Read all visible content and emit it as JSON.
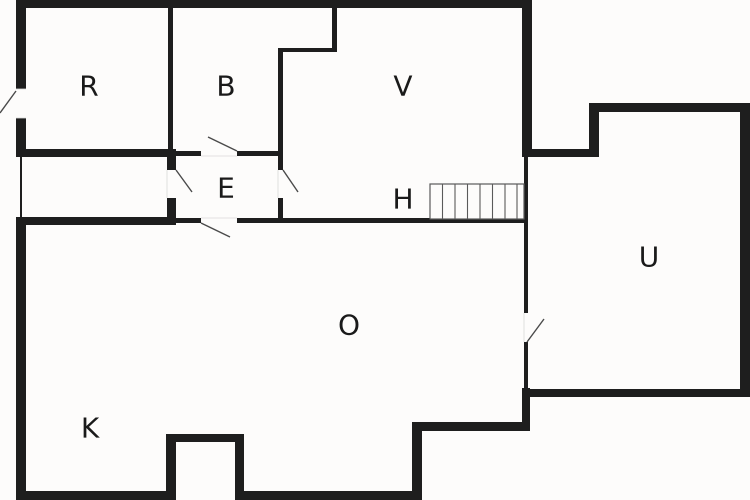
{
  "floor_plan": {
    "background_color": "#fdfcfb",
    "wall_color": "#1e1e1e",
    "rooms": {
      "r": {
        "label": "R"
      },
      "b": {
        "label": "B"
      },
      "v": {
        "label": "V"
      },
      "e": {
        "label": "E"
      },
      "h": {
        "label": "H"
      },
      "u": {
        "label": "U"
      },
      "o": {
        "label": "O"
      },
      "k": {
        "label": "K"
      }
    },
    "staircase": {
      "treads": 8
    }
  }
}
